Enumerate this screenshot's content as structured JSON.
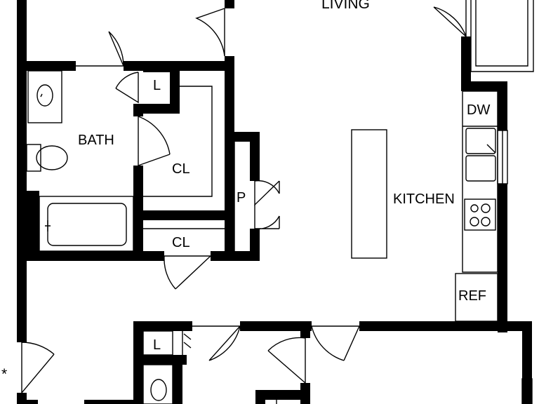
{
  "rooms": {
    "living": "LIVING",
    "bath": "BATH",
    "closet_1": "CL",
    "closet_2": "CL",
    "linen_1": "L",
    "linen_2": "L",
    "pantry": "P",
    "kitchen": "KITCHEN",
    "dishwasher": "DW",
    "refrigerator": "REF"
  },
  "marker": "*",
  "colors": {
    "wall": "#000000",
    "background": "#ffffff"
  }
}
